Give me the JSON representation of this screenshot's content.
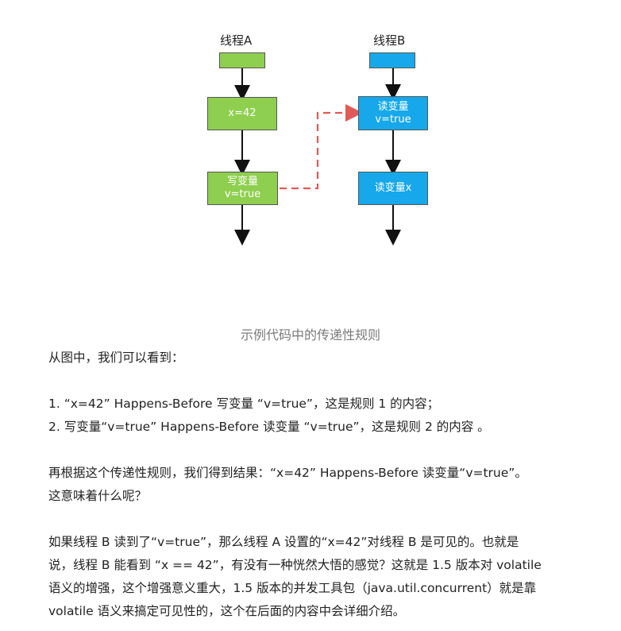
{
  "diagram": {
    "thread_a_label": "线程A",
    "thread_b_label": "线程B",
    "box_a1": "x=42",
    "box_a2_line1": "写变量",
    "box_a2_line2": "v=true",
    "box_b1_line1": "读变量",
    "box_b1_line2": "v=true",
    "box_b2": "读变量x",
    "colors": {
      "green": "#8fcf4f",
      "blue": "#16a8ea",
      "dashed_arrow": "#e05a57"
    }
  },
  "caption": "示例代码中的传递性规则",
  "paragraphs": {
    "intro": "从图中，我们可以看到：",
    "item1": "1. “x=42” Happens-Before 写变量 “v=true”，这是规则 1 的内容；",
    "item2": "2. 写变量“v=true” Happens-Before 读变量 “v=true”，这是规则 2 的内容 。",
    "p2_line1": "再根据这个传递性规则，我们得到结果：“x=42” Happens-Before 读变量“v=true”。",
    "p2_line2": "这意味着什么呢？",
    "p3_line1": "如果线程 B 读到了“v=true”，那么线程 A 设置的“x=42”对线程 B 是可见的。也就是",
    "p3_line2": "说，线程 B 能看到 “x == 42”，有没有一种恍然大悟的感觉？这就是 1.5 版本对 volatile",
    "p3_line3": "语义的增强，这个增强意义重大，1.5 版本的并发工具包（java.util.concurrent）就是靠",
    "p3_line4": "volatile 语义来搞定可见性的，这个在后面的内容中会详细介绍。"
  }
}
